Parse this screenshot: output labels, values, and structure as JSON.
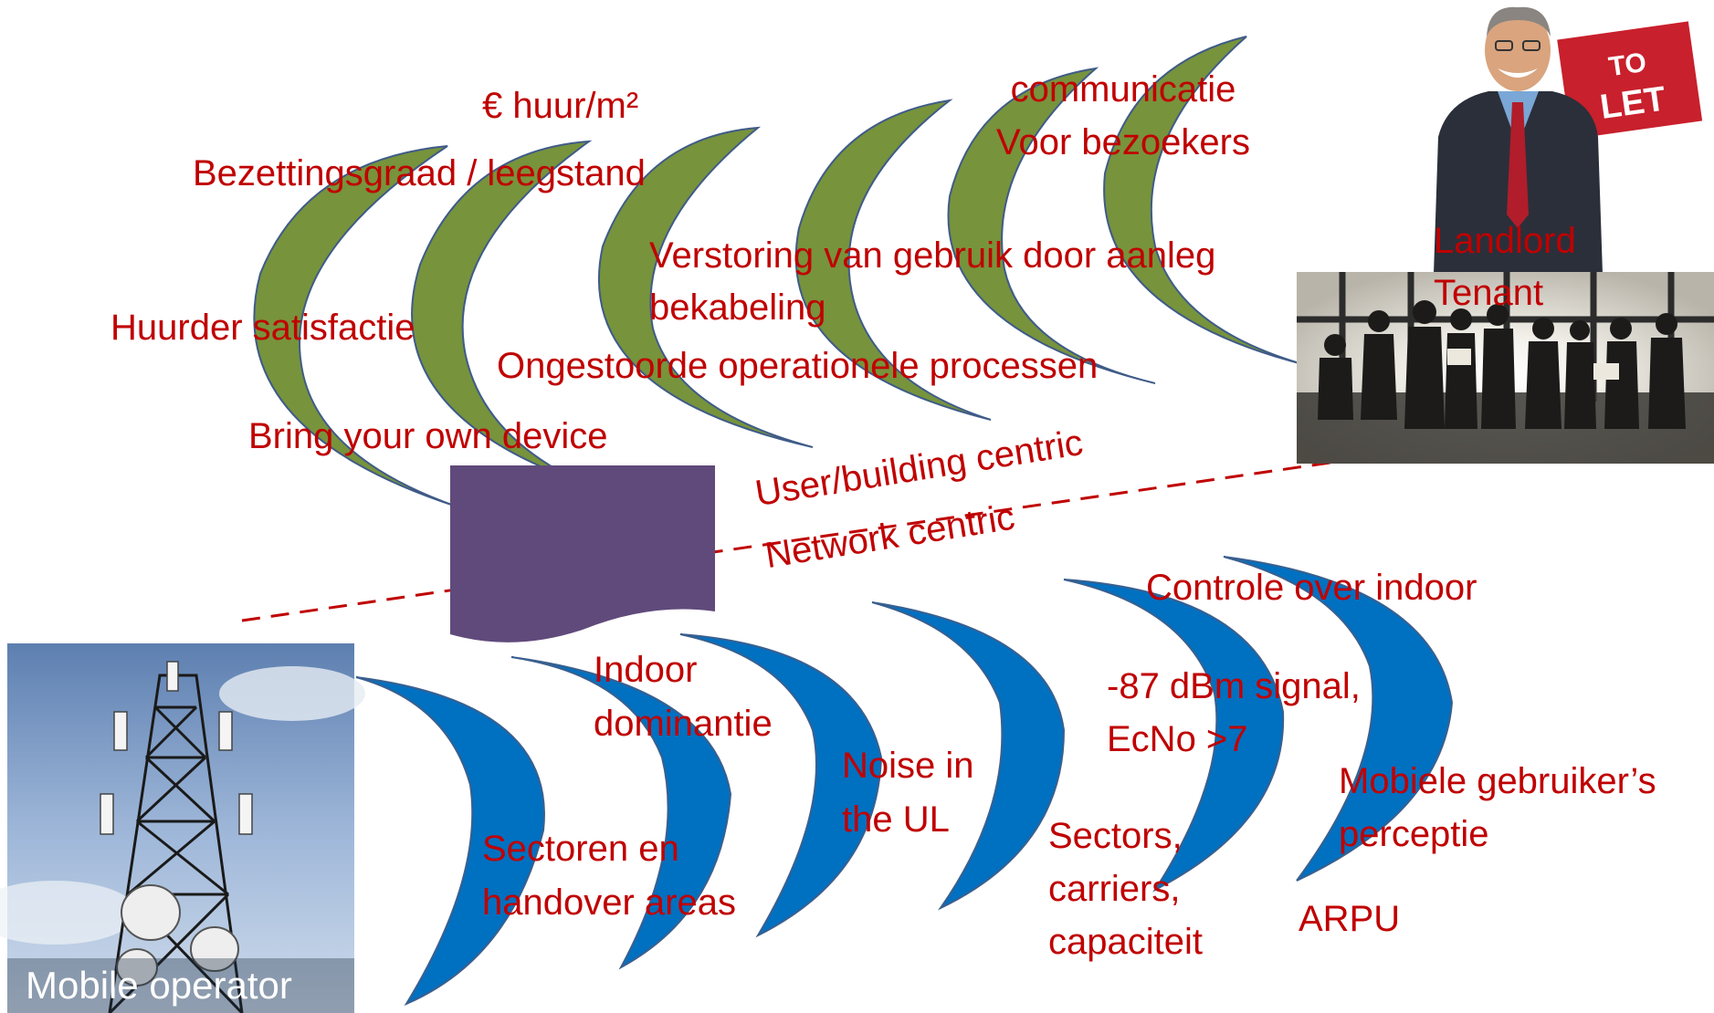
{
  "top_labels": {
    "huur": "€ huur/m²",
    "bezetting": "Bezettingsgraad / leegstand",
    "huurder": "Huurder satisfactie",
    "byod": "Bring your own device",
    "verstoring": "Verstoring van gebruik door aanleg\nbekabeling",
    "ongestoorde": "Ongestoorde operationele processen",
    "communicatie": "communicatie\nVoor bezoekers"
  },
  "stakeholders": {
    "landlord": "Landlord",
    "tenant": "Tenant",
    "mobile_operator": "Mobile operator"
  },
  "divider": {
    "user_centric": "User/building centric",
    "network_centric": "Network centric"
  },
  "bottom_labels": {
    "indoor": "Indoor\ndominantie",
    "noise": "Noise in\nthe UL",
    "sectoren": "Sectoren en\nhandover areas",
    "dbm": "-87 dBm signal,\nEcNo >7",
    "sectors": "Sectors,\ncarriers,\ncapaciteit",
    "controle": "Controle over indoor",
    "mobiele": "Mobiele gebruiker’s\nperceptie",
    "arpu": "ARPU"
  },
  "colors": {
    "label_red": "#c00000",
    "green_crescent": "#77933c",
    "blue_crescent": "#0070c0",
    "purple_box": "#604a7b",
    "divider_red": "#c00000"
  },
  "icons": {
    "landlord_photo": "man-with-to-let-sign",
    "tenant_photo": "business-people-silhouette",
    "operator_photo": "cell-tower",
    "to_let_sign_text": "TO LET"
  }
}
